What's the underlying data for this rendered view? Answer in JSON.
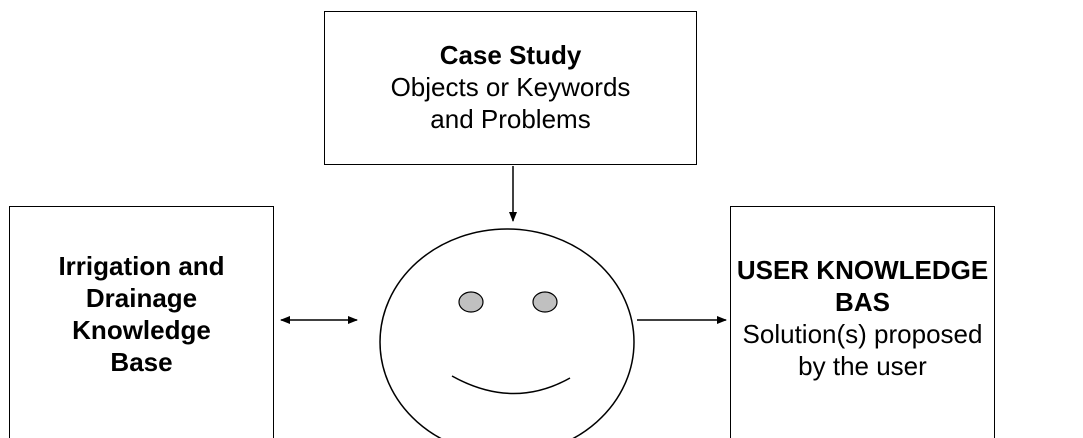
{
  "case_study": {
    "title": "Case Study",
    "body": "Objects or Keywords\nand Problems"
  },
  "knowledge_base": {
    "title": "Irrigation and\nDrainage\nKnowledge\nBase"
  },
  "user_knowledge": {
    "title": "USER KNOWLEDGE\nBAS",
    "body": "Solution(s) proposed\nby the user"
  }
}
